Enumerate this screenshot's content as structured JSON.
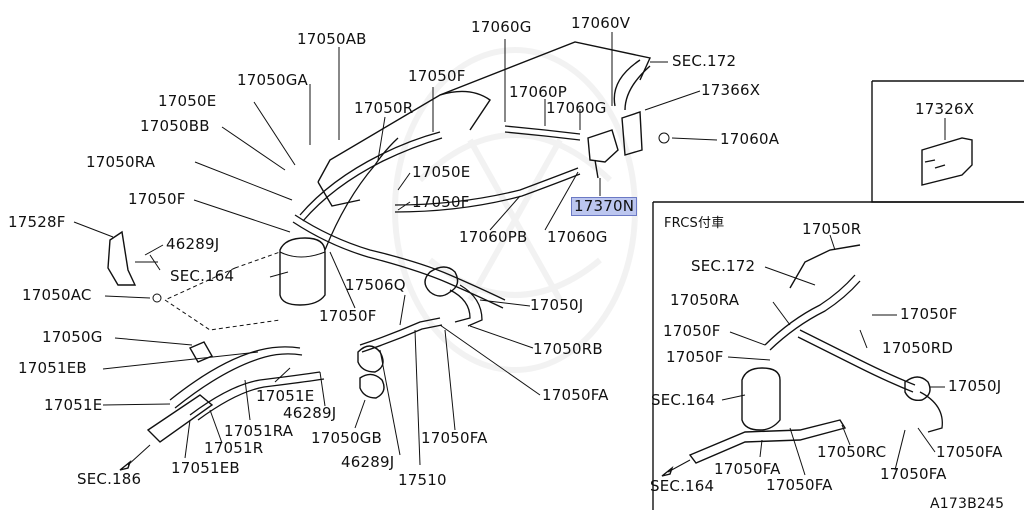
{
  "diagram": {
    "ref_code": "A173B245",
    "main_labels": [
      "17050AB",
      "17060G",
      "17060V",
      "SEC.172",
      "17050GA",
      "17050F",
      "17060P",
      "17366X",
      "17050E",
      "17060G",
      "17050BB",
      "17050R",
      "17060A",
      "17050RA",
      "17050E",
      "17050F",
      "17050F",
      "17370N",
      "17528F",
      "17060PB",
      "17060G",
      "46289J",
      "SEC.164",
      "17050AC",
      "17506Q",
      "17050J",
      "17050F",
      "17050G",
      "17050RB",
      "17051EB",
      "17051E",
      "17050FA",
      "17051E",
      "46289J",
      "17051RA",
      "17050GB",
      "17050FA",
      "17051R",
      "SEC.186",
      "17051EB",
      "46289J",
      "17510"
    ],
    "inset_top": {
      "part": "17326X"
    },
    "inset_frcs": {
      "title": "FRCS付車",
      "labels": [
        "17050R",
        "SEC.172",
        "17050RA",
        "17050F",
        "17050F",
        "17050RD",
        "17050F",
        "17050J",
        "SEC.164",
        "17050FA",
        "17050FA",
        "17050RC",
        "17050FA",
        "17050FA",
        "SEC.164"
      ]
    }
  }
}
